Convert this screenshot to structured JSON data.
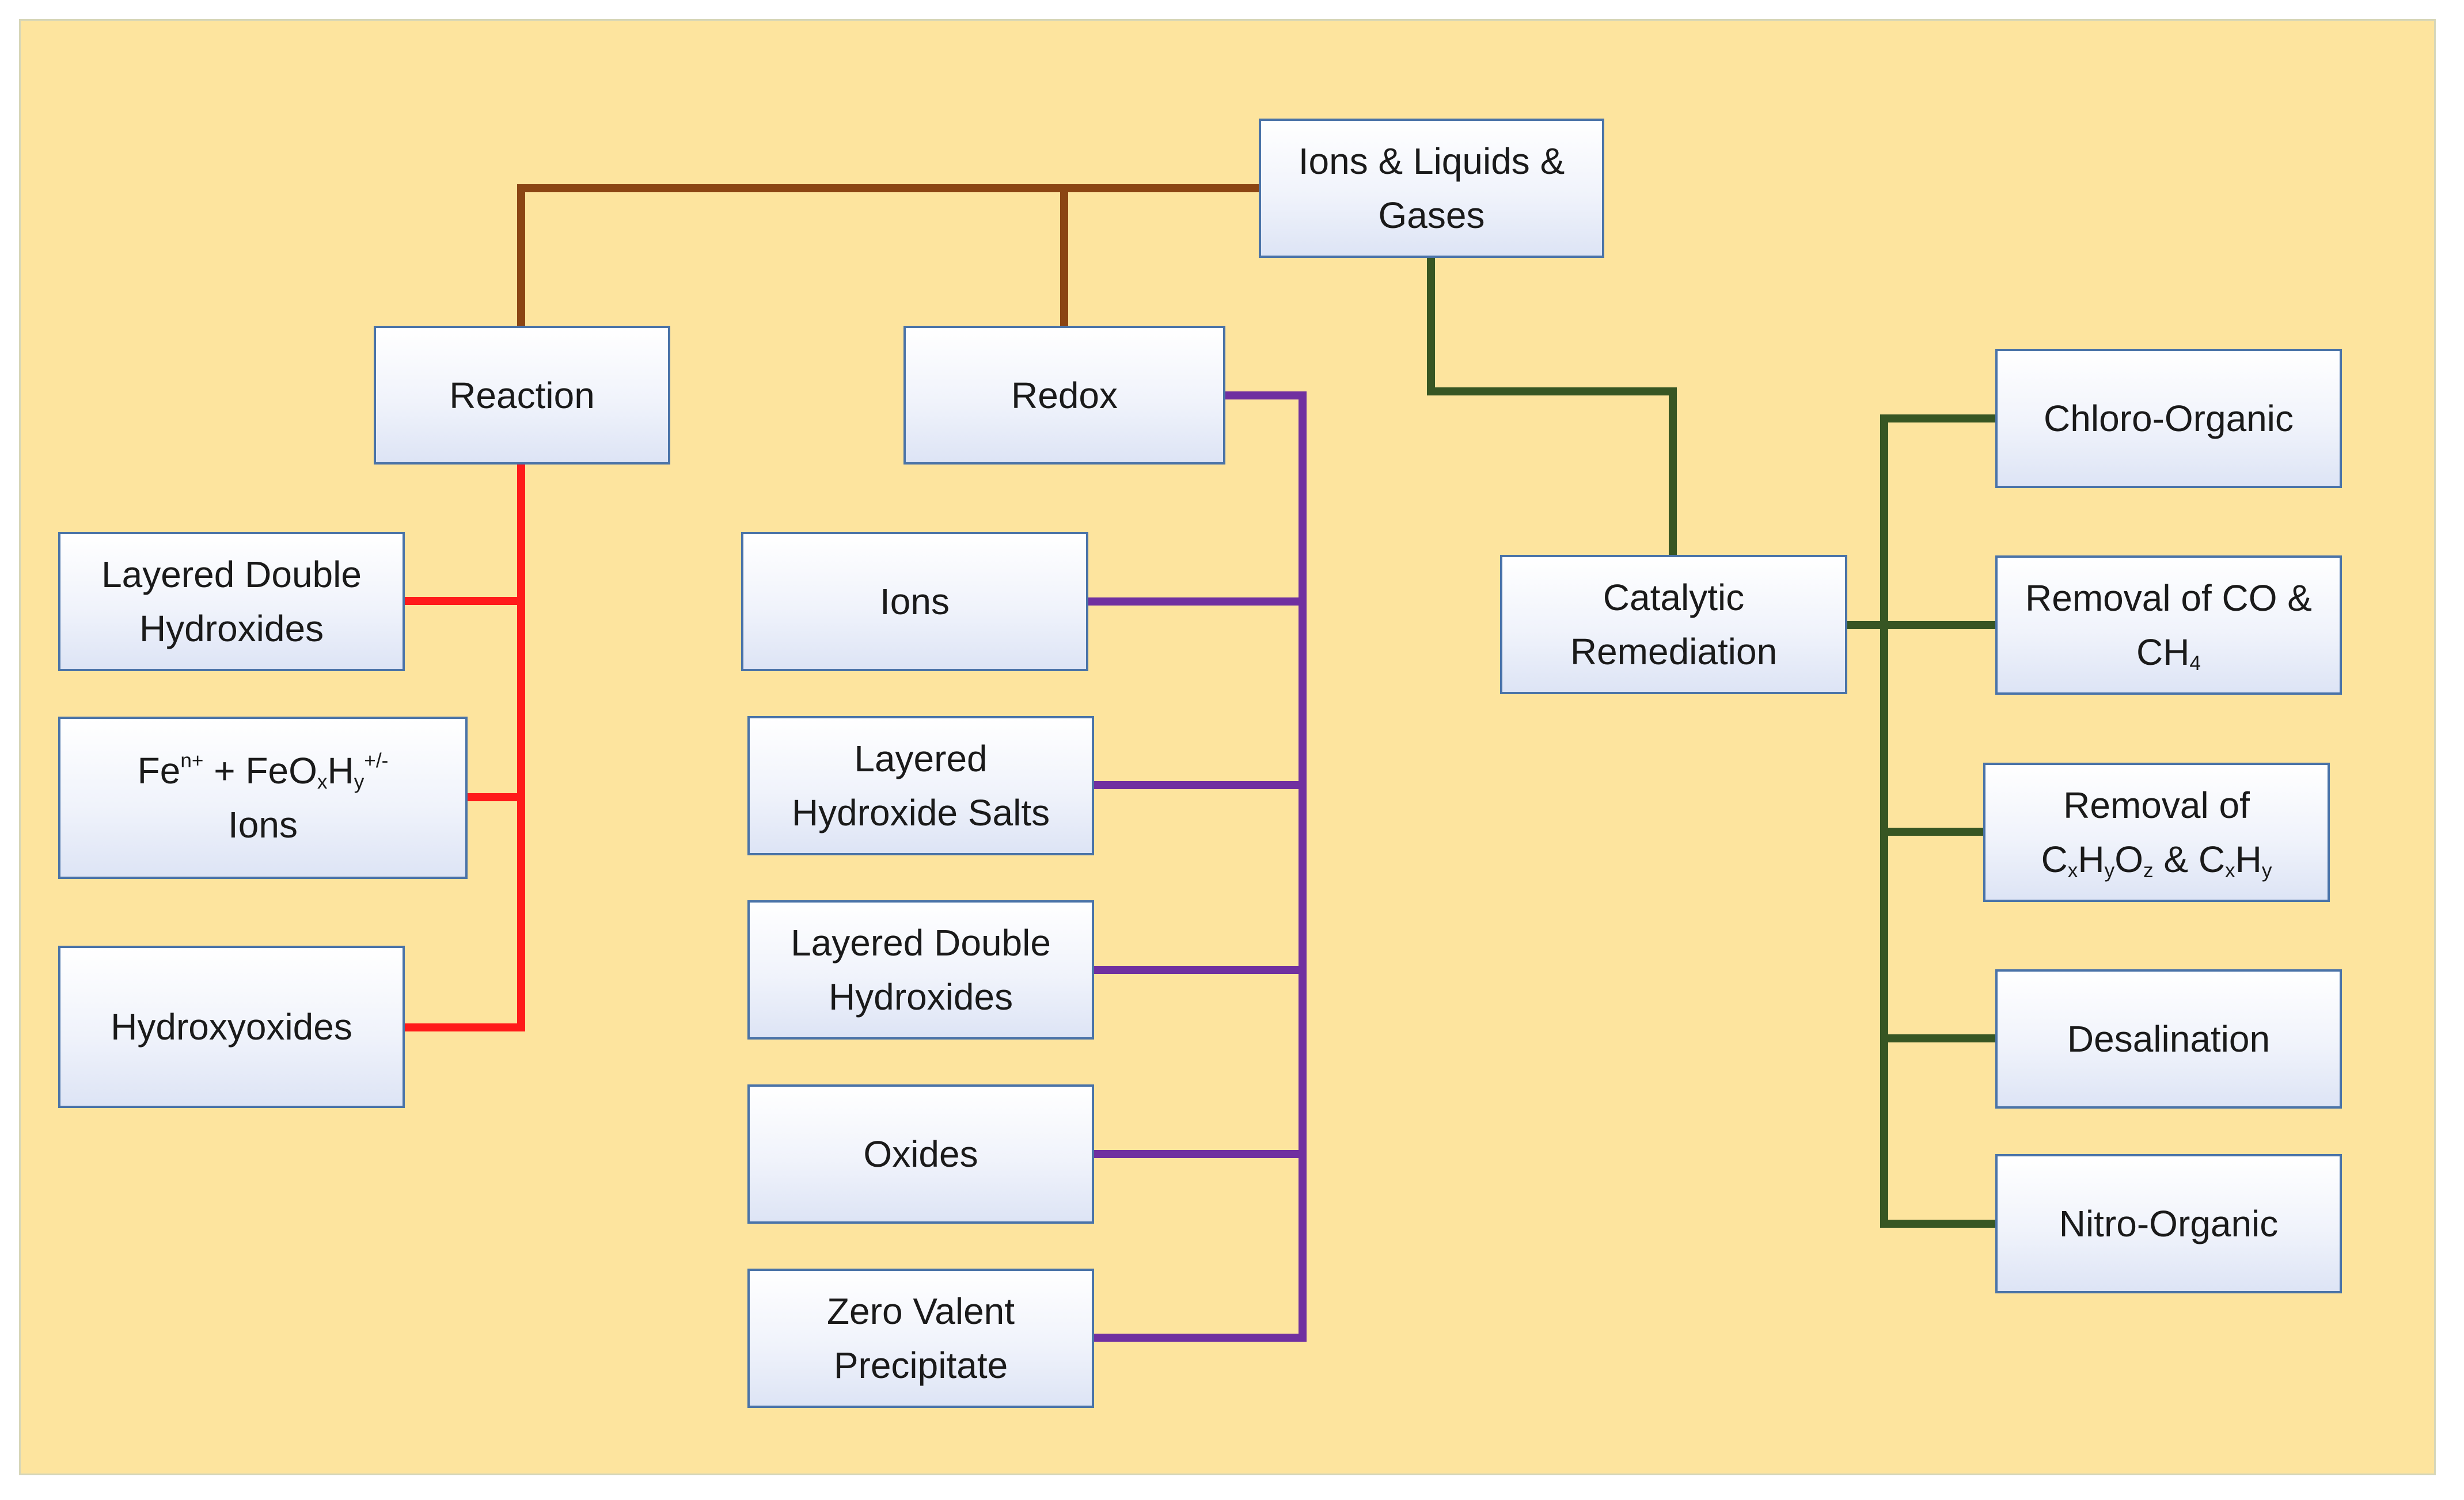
{
  "colors": {
    "background": "#fde49e",
    "box_border": "#4a73a8",
    "brown_connector": "#8b4513",
    "red_connector": "#ff1a1a",
    "purple_connector": "#7030a0",
    "green_connector": "#375623"
  },
  "root": {
    "line1": "Ions & Liquids &",
    "line2": "Gases"
  },
  "reaction": {
    "title": "Reaction",
    "items": {
      "ldh": {
        "line1": "Layered Double",
        "line2": "Hydroxides"
      },
      "fe_ions": {
        "fe": "Fe",
        "fe_sup": "n+",
        "plus": " + FeO",
        "x": "x",
        "h": "H",
        "y": "y",
        "charge": "+/-",
        "line2": "Ions"
      },
      "hydroxyoxides": {
        "label": "Hydroxyoxides"
      }
    }
  },
  "redox": {
    "title": "Redox",
    "items": {
      "ions": {
        "label": "Ions"
      },
      "lhs": {
        "line1": "Layered",
        "line2": "Hydroxide Salts"
      },
      "ldh": {
        "line1": "Layered Double",
        "line2": "Hydroxides"
      },
      "oxides": {
        "label": "Oxides"
      },
      "zvp": {
        "line1": "Zero Valent",
        "line2": "Precipitate"
      }
    }
  },
  "catalytic": {
    "line1": "Catalytic",
    "line2": "Remediation",
    "items": {
      "chloro": {
        "label": "Chloro-Organic"
      },
      "co_ch4": {
        "line1": "Removal of CO &",
        "ch": "CH",
        "four": "4"
      },
      "cxhyoz": {
        "line1": "Removal of",
        "c": "C",
        "x": "x",
        "h": "H",
        "y": "y",
        "o": "O",
        "z": "z",
        "amp": " & ",
        "c2": "C",
        "x2": "x",
        "h2": "H",
        "y2": "y"
      },
      "desalination": {
        "label": "Desalination"
      },
      "nitro": {
        "label": "Nitro-Organic"
      }
    }
  }
}
